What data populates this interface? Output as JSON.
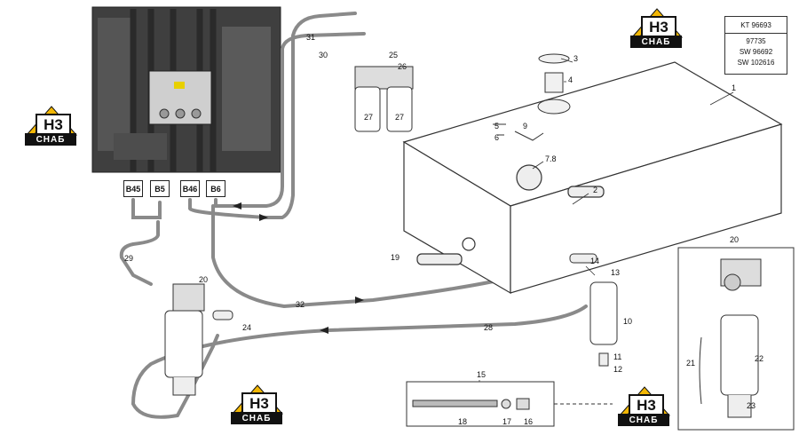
{
  "ref_table": {
    "header": "KT 96693",
    "lines": [
      "97735",
      "SW 96692",
      "SW 102616"
    ]
  },
  "logo": {
    "mark": "H3",
    "plate": "СНАБ",
    "color_roof": "#f2b705",
    "color_dark": "#111111"
  },
  "connectors": [
    "B45",
    "B5",
    "B46",
    "B6"
  ],
  "part_numbers": {
    "p1": "1",
    "p2": "2",
    "p3": "3",
    "p4": "4",
    "p5": "5",
    "p6": "6",
    "p78": "7.8",
    "p9": "9",
    "p10": "10",
    "p11": "11",
    "p12": "12",
    "p13": "13",
    "p14": "14",
    "p15": "15",
    "p16": "16",
    "p17": "17",
    "p18": "18",
    "p19": "19",
    "p20a": "20",
    "p20b": "20",
    "p21": "21",
    "p22": "22",
    "p23": "23",
    "p24": "24",
    "p25": "25",
    "p26": "26",
    "p27a": "27",
    "p27b": "27",
    "p28": "28",
    "p29": "29",
    "p30": "30",
    "p31": "31",
    "p32": "32"
  },
  "colors": {
    "line": "#333333",
    "hose": "#8a8a8a",
    "photo": "#4a4a4a"
  }
}
